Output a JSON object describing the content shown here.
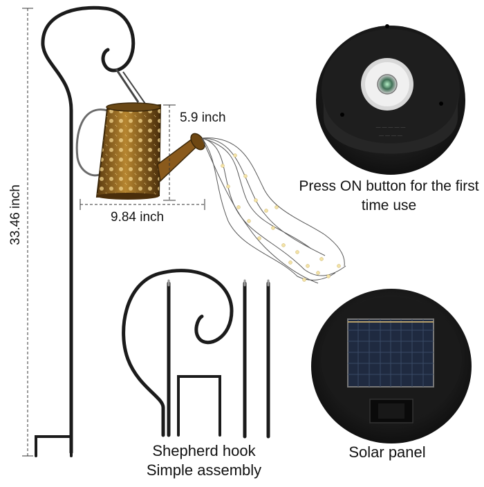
{
  "dimensions": {
    "total_height": "33.46 inch",
    "can_height": "5.9 inch",
    "can_width": "9.84 inch"
  },
  "captions": {
    "press_on": "Press ON button for the first time use",
    "assembly_line1": "Shepherd hook",
    "assembly_line2": "Simple assembly",
    "solar_panel": "Solar panel"
  },
  "colors": {
    "metal": "#1b1b1b",
    "can_bronze": "#8a5a1c",
    "led_glow": "#f3e2a6",
    "solar_cell": "#1f2a40",
    "base_black": "#141414"
  },
  "icons": {
    "hook": "shepherd-hook",
    "can": "watering-can",
    "lights": "fairy-lights",
    "button": "on-button",
    "panel": "solar-panel"
  }
}
